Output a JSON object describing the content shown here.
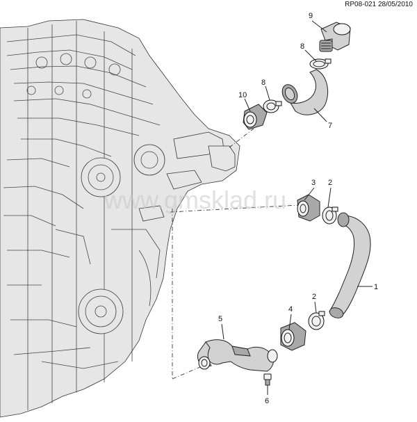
{
  "header": {
    "reference": "RP08-021 28/05/2010"
  },
  "watermark": {
    "text": "www.gmsklad.ru"
  },
  "callouts": [
    {
      "id": "1",
      "label": "1"
    },
    {
      "id": "2a",
      "label": "2"
    },
    {
      "id": "2b",
      "label": "2"
    },
    {
      "id": "3",
      "label": "3"
    },
    {
      "id": "4",
      "label": "4"
    },
    {
      "id": "5",
      "label": "5"
    },
    {
      "id": "6",
      "label": "6"
    },
    {
      "id": "7",
      "label": "7"
    },
    {
      "id": "8a",
      "label": "8"
    },
    {
      "id": "8b",
      "label": "8"
    },
    {
      "id": "9",
      "label": "9"
    },
    {
      "id": "10",
      "label": "10"
    }
  ],
  "colors": {
    "line": "#222222",
    "part_fill": "#d2d2d2",
    "background": "#ffffff"
  }
}
